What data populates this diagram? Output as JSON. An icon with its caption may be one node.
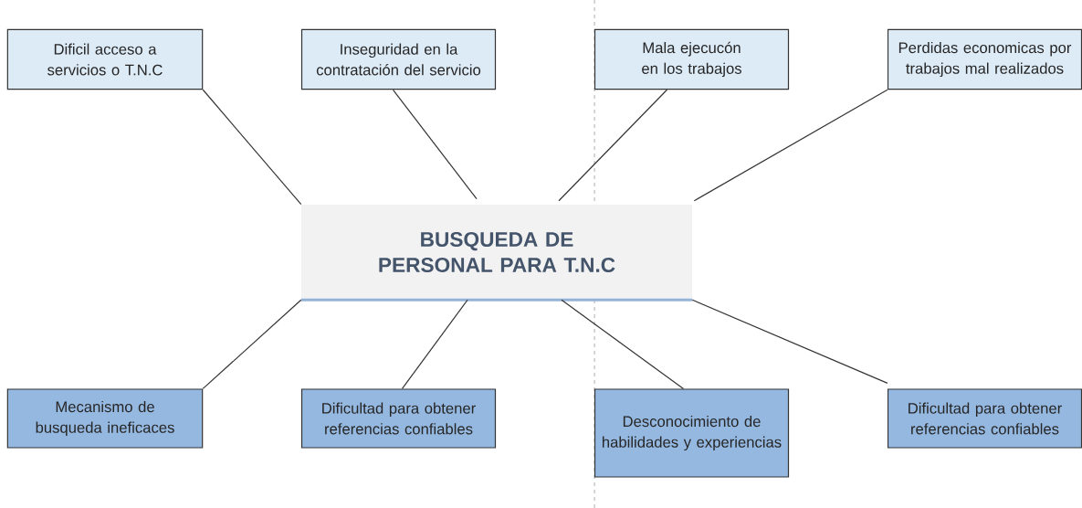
{
  "diagram": {
    "nodes": [
      {
        "text": [
          "Dificil acceso a servicios o T.N.C"
        ]
      },
      {
        "text": [
          "Inseguridad en la contratación del servicio"
        ]
      },
      {
        "text": [
          "Mala ejecucón en los trabajos"
        ]
      },
      {
        "text": [
          "Perdidas economicas por trabajos mal realizados"
        ]
      },
      {
        "text": [
          "BUSQUEDA DE PERSONAL PARA T.N.C"
        ]
      },
      {
        "text": [
          "Mecanismo de busqueda ineficaces"
        ]
      },
      {
        "text": [
          "Dificultad para obtener referencias confiables"
        ]
      },
      {
        "text": [
          "Desconocimiento de habilidades y experiencias"
        ]
      },
      {
        "text": [
          "Dificultad para obtener referencias confiables"
        ]
      }
    ],
    "edges": [
      {
        "from": 0,
        "to": 4,
        "arrow": "none"
      },
      {
        "from": 1,
        "to": 4,
        "arrow": "none"
      },
      {
        "from": 2,
        "to": 4,
        "arrow": "none"
      },
      {
        "from": 3,
        "to": 4,
        "arrow": "none"
      },
      {
        "from": 4,
        "to": 5,
        "arrow": "none"
      },
      {
        "from": 4,
        "to": 6,
        "arrow": "none"
      },
      {
        "from": 4,
        "to": 7,
        "arrow": "none"
      },
      {
        "from": 4,
        "to": 8,
        "arrow": "none"
      }
    ]
  }
}
